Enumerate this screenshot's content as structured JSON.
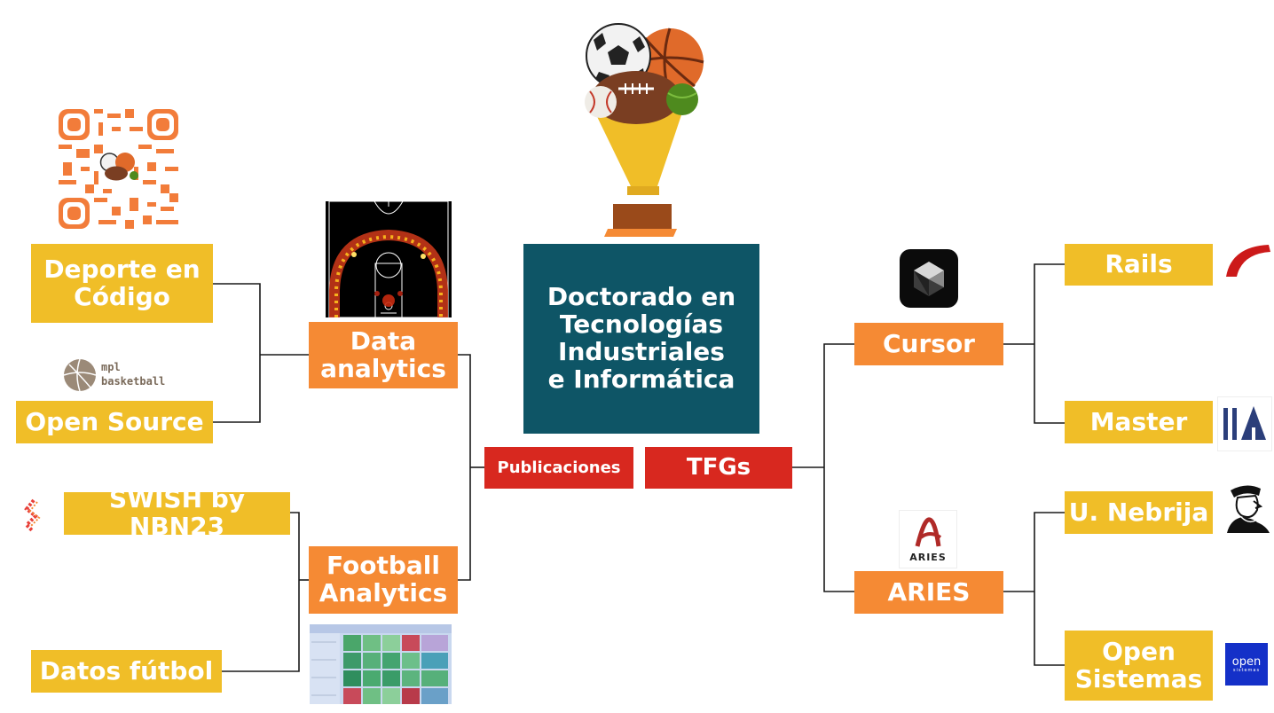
{
  "colors": {
    "yellow": "#f0be28",
    "orange": "#f58a34",
    "red": "#d8281f",
    "teal": "#0e5566",
    "qr": "#f27c3a"
  },
  "center": {
    "title": "Doctorado en Tecnologías Industriales e Informática"
  },
  "left": {
    "deporte": "Deporte en Código",
    "opensource": "Open Source",
    "swish": "SWISH by NBN23",
    "datosfutbol": "Datos fútbol",
    "data_analytics": "Data analytics",
    "football_analytics": "Football Analytics",
    "publicaciones": "Publicaciones"
  },
  "right": {
    "tfgs": "TFGs",
    "cursor": "Cursor",
    "aries": "ARIES",
    "rails": "Rails",
    "master": "Master",
    "nebrija": "U. Nebrija",
    "opensistemas": "Open Sistemas"
  },
  "logos": {
    "mpl": "mpl basketball",
    "aries": "ARIES",
    "open_top": "open",
    "open_bottom": "sistemas"
  },
  "icons": [
    "trophy-icon",
    "qr-code-icon",
    "basketball-court-heatmap-icon",
    "football-table-icon",
    "cursor-logo-icon",
    "aries-logo-icon",
    "rails-logo-icon",
    "master-logo-icon",
    "nebrija-portrait-icon",
    "opensistemas-logo-icon",
    "swish-logo-icon",
    "mpl-logo-icon"
  ]
}
